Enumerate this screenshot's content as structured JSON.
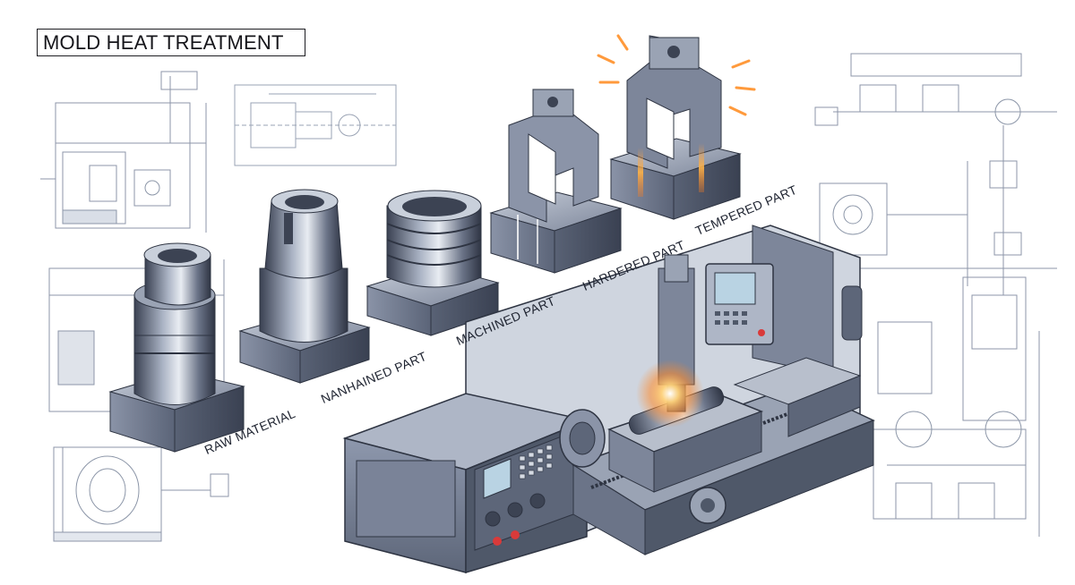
{
  "diagram": {
    "title": "MOLD HEAT TREATMENT",
    "stages": [
      {
        "label": "RAW MATERIAL"
      },
      {
        "label": "NANHAINED PART"
      },
      {
        "label": "MACHINED PART"
      },
      {
        "label": "HARDERED PART"
      },
      {
        "label": "TEMPERED PART"
      }
    ]
  },
  "colors": {
    "steel_dark": "#3d4556",
    "steel_mid": "#6b7488",
    "steel_light": "#aeb6c6",
    "blueprint_line": "#8c96a8",
    "glow": "#ff9a3c",
    "screen": "#b9d3e3"
  }
}
